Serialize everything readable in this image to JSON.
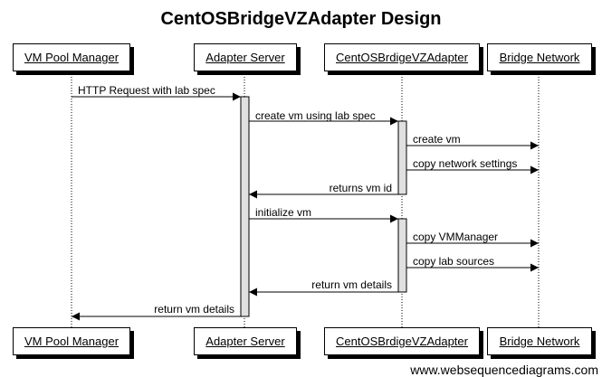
{
  "title": "CentOSBridgeVZAdapter Design",
  "participants": [
    "VM Pool Manager",
    "Adapter Server",
    "CentOSBrdigeVZAdapter",
    "Bridge Network"
  ],
  "messages": [
    {
      "from": 0,
      "to": 1,
      "label": "HTTP Request with lab spec"
    },
    {
      "from": 1,
      "to": 2,
      "label": "create vm using lab spec"
    },
    {
      "from": 2,
      "to": 3,
      "label": "create vm"
    },
    {
      "from": 2,
      "to": 3,
      "label": "copy network settings"
    },
    {
      "from": 2,
      "to": 1,
      "label": "returns vm id"
    },
    {
      "from": 1,
      "to": 2,
      "label": "initialize vm"
    },
    {
      "from": 2,
      "to": 3,
      "label": "copy VMManager"
    },
    {
      "from": 2,
      "to": 3,
      "label": "copy lab sources"
    },
    {
      "from": 2,
      "to": 1,
      "label": "return vm details"
    },
    {
      "from": 1,
      "to": 0,
      "label": "return vm details"
    }
  ],
  "watermark": "www.websequencediagrams.com"
}
